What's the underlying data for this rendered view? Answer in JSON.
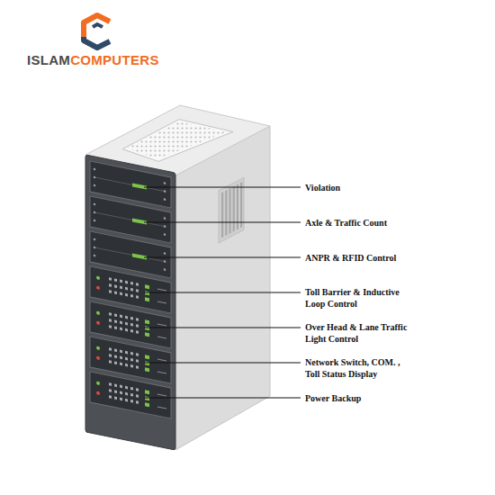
{
  "diagram": {
    "labels": [
      "ISLAM",
      "COMPUTERS",
      "Violation",
      "Axle & Traffic Count",
      "ANPR & RFID Control",
      "Toll Barrier & Inductive Loop Control",
      "Over Head & Lane Traffic Light Control",
      "Network Switch, COM. , Toll Status Display",
      "Power Backup"
    ]
  }
}
